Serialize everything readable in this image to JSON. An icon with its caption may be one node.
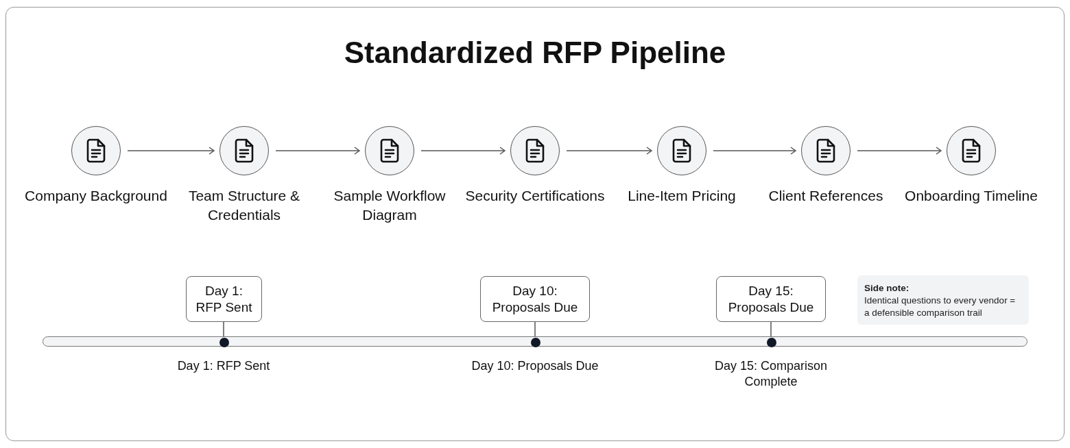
{
  "diagram": {
    "title": "Standardized RFP Pipeline",
    "nodes": [
      {
        "text": [],
        "shape": "circle",
        "beside": [
          "Company Background"
        ]
      },
      {
        "text": [],
        "shape": "circle",
        "beside": [
          "Team Structure & Credentials"
        ]
      },
      {
        "text": [],
        "shape": "circle",
        "beside": [
          "Sample Workflow Diagram"
        ]
      },
      {
        "text": [],
        "shape": "circle",
        "beside": [
          "Security Certifications"
        ]
      },
      {
        "text": [],
        "shape": "circle",
        "beside": [
          "Line-Item Pricing"
        ]
      },
      {
        "text": [],
        "shape": "circle",
        "beside": [
          "Client References"
        ]
      },
      {
        "text": [],
        "shape": "circle",
        "beside": [
          "Onboarding Timeline"
        ]
      },
      {
        "text": [
          "Day 1: RFP Sent"
        ]
      },
      {
        "text": [
          "Day 10: Proposals Due"
        ]
      },
      {
        "text": [
          "Day 15: Proposals Due"
        ]
      },
      {
        "text": [
          "Side note:",
          "Identical questions to every vendor = a defensible comparison trail"
        ]
      },
      {
        "text": [],
        "shape": "bar"
      },
      {
        "text": [],
        "shape": "circle",
        "in": 11,
        "beside": [
          "Day 1: RFP Sent"
        ]
      },
      {
        "text": [],
        "shape": "circle",
        "in": 11,
        "beside": [
          "Day 10: Proposals Due"
        ]
      },
      {
        "text": [],
        "shape": "circle",
        "in": 11,
        "beside": [
          "Day 15: Comparison Complete"
        ]
      }
    ],
    "edges": [
      {
        "from": 0,
        "to": 1,
        "arrow": "to"
      },
      {
        "from": 1,
        "to": 2,
        "arrow": "to"
      },
      {
        "from": 2,
        "to": 3,
        "arrow": "to"
      },
      {
        "from": 3,
        "to": 4,
        "arrow": "to"
      },
      {
        "from": 4,
        "to": 5,
        "arrow": "to"
      },
      {
        "from": 5,
        "to": 6,
        "arrow": "to"
      },
      {
        "from": 7,
        "to": 12,
        "arrow": "none"
      },
      {
        "from": 8,
        "to": 13,
        "arrow": "none"
      },
      {
        "from": 9,
        "to": 14,
        "arrow": "none"
      }
    ]
  }
}
